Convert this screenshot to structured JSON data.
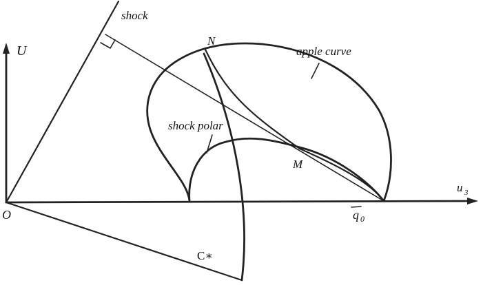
{
  "labels": {
    "shock": "shock",
    "U": "U",
    "N": "N",
    "apple_curve": "apple curve",
    "shock_polar": "shock polar",
    "M": "M",
    "u3": "u",
    "u3_sub": "3",
    "O": "O",
    "q0": "q",
    "q0_sub": "0",
    "q0_arrow": "→",
    "c_star": "C∗"
  },
  "colors": {
    "ink": "#222222",
    "background": "#ffffff"
  }
}
